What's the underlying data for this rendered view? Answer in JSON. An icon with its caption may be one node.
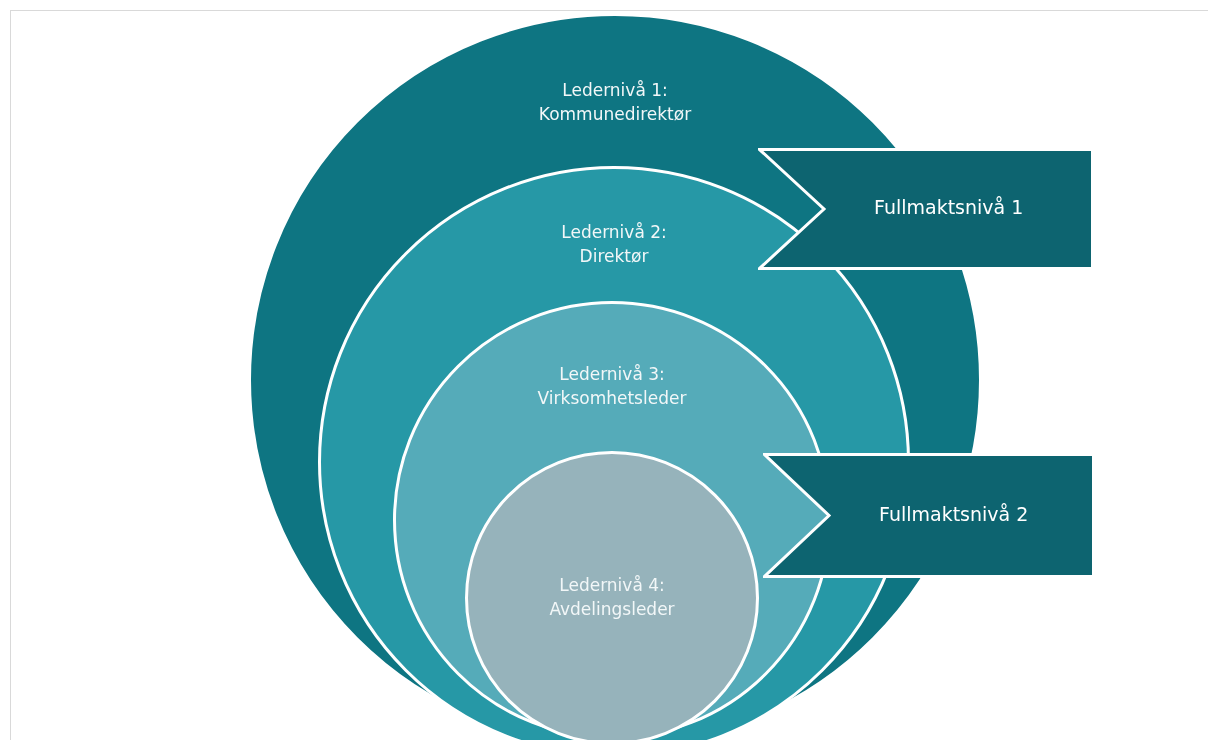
{
  "diagram": {
    "nodes": [
      {
        "text": [
          "Ledernivå 1: Kommunedirektør"
        ]
      },
      {
        "text": [
          "Ledernivå 2: Direktør"
        ],
        "in": 0
      },
      {
        "text": [
          "Ledernivå 3: Virksomhetsleder"
        ],
        "in": 1
      },
      {
        "text": [
          "Ledernivå 4: Avdelingsleder"
        ],
        "in": 2
      },
      {
        "text": [
          "Fullmaktsnivå 1"
        ]
      },
      {
        "text": [
          "Fullmaktsnivå 2"
        ]
      }
    ]
  }
}
